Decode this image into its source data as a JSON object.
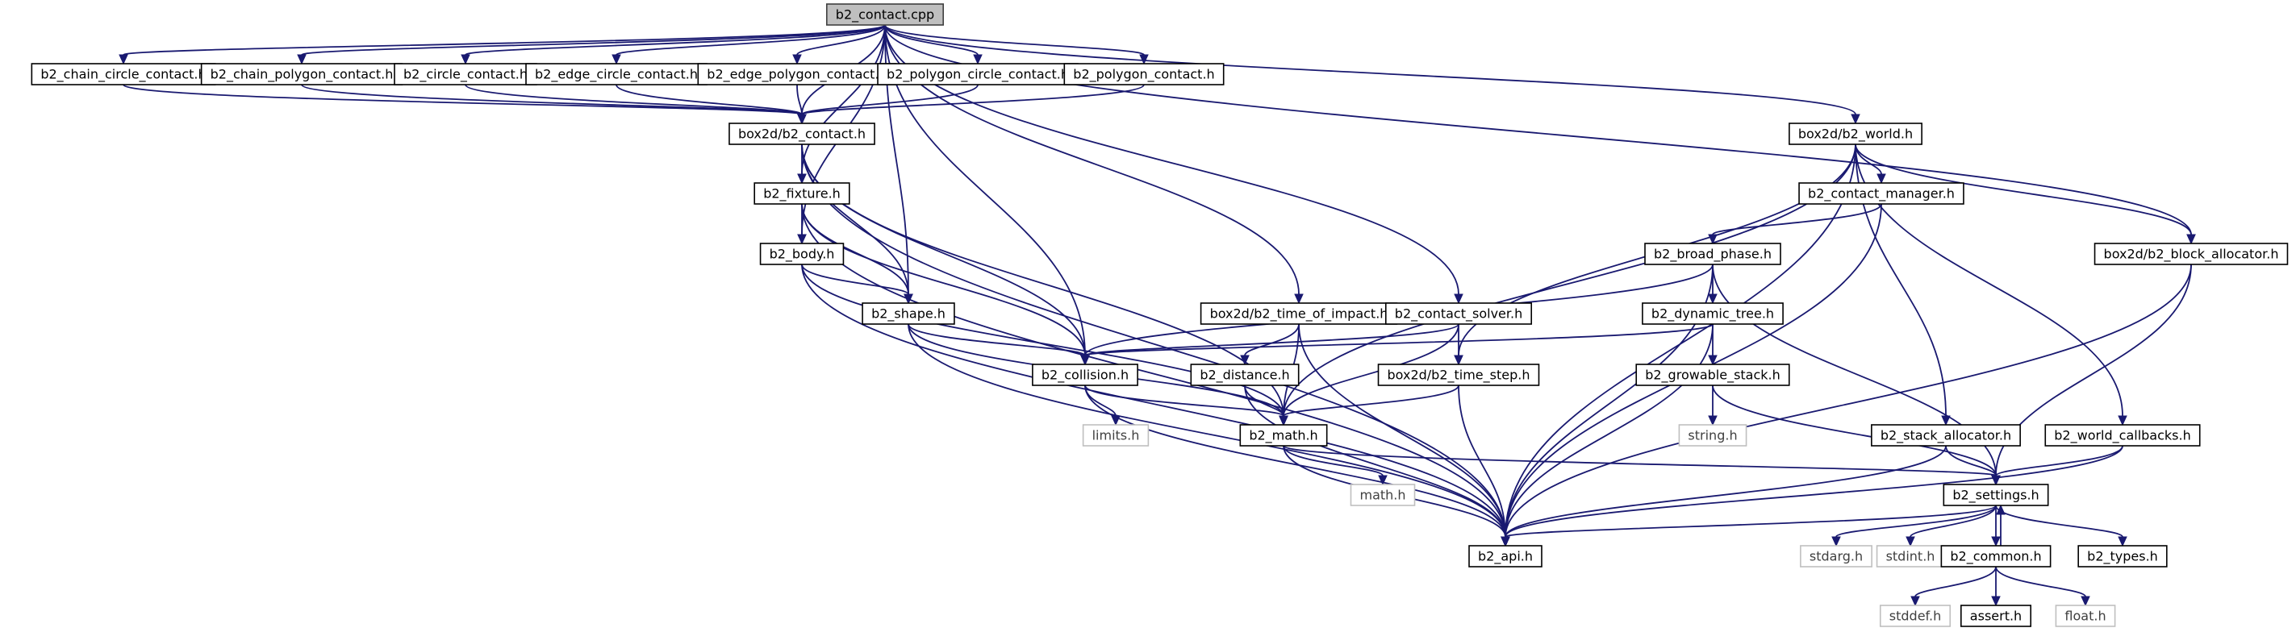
{
  "graph": {
    "root": "b2_contact.cpp",
    "colors": {
      "edge": "#191970",
      "node_border": "#000000",
      "root_fill": "#bfbfbf",
      "system_header_border": "#bfbfbf"
    },
    "nodes": [
      {
        "id": "b2_contact_cpp",
        "label": "b2_contact.cpp",
        "kind": "root"
      },
      {
        "id": "chain_circle",
        "label": "b2_chain_circle_contact.h",
        "kind": "local"
      },
      {
        "id": "chain_polygon",
        "label": "b2_chain_polygon_contact.h",
        "kind": "local"
      },
      {
        "id": "circle_contact",
        "label": "b2_circle_contact.h",
        "kind": "local"
      },
      {
        "id": "edge_circle",
        "label": "b2_edge_circle_contact.h",
        "kind": "local"
      },
      {
        "id": "edge_polygon",
        "label": "b2_edge_polygon_contact.h",
        "kind": "local"
      },
      {
        "id": "polygon_circle",
        "label": "b2_polygon_circle_contact.h",
        "kind": "local"
      },
      {
        "id": "polygon_contact",
        "label": "b2_polygon_contact.h",
        "kind": "local"
      },
      {
        "id": "box2d_contact",
        "label": "box2d/b2_contact.h",
        "kind": "local"
      },
      {
        "id": "box2d_world",
        "label": "box2d/b2_world.h",
        "kind": "local"
      },
      {
        "id": "fixture",
        "label": "b2_fixture.h",
        "kind": "local"
      },
      {
        "id": "contact_manager",
        "label": "b2_contact_manager.h",
        "kind": "local"
      },
      {
        "id": "body",
        "label": "b2_body.h",
        "kind": "local"
      },
      {
        "id": "broad_phase",
        "label": "b2_broad_phase.h",
        "kind": "local"
      },
      {
        "id": "block_allocator",
        "label": "box2d/b2_block_allocator.h",
        "kind": "local"
      },
      {
        "id": "shape",
        "label": "b2_shape.h",
        "kind": "local"
      },
      {
        "id": "time_of_impact",
        "label": "box2d/b2_time_of_impact.h",
        "kind": "local"
      },
      {
        "id": "contact_solver",
        "label": "b2_contact_solver.h",
        "kind": "local"
      },
      {
        "id": "dynamic_tree",
        "label": "b2_dynamic_tree.h",
        "kind": "local"
      },
      {
        "id": "collision",
        "label": "b2_collision.h",
        "kind": "local"
      },
      {
        "id": "distance",
        "label": "b2_distance.h",
        "kind": "local"
      },
      {
        "id": "time_step",
        "label": "box2d/b2_time_step.h",
        "kind": "local"
      },
      {
        "id": "growable_stack",
        "label": "b2_growable_stack.h",
        "kind": "local"
      },
      {
        "id": "limits_h",
        "label": "limits.h",
        "kind": "system"
      },
      {
        "id": "math",
        "label": "b2_math.h",
        "kind": "local"
      },
      {
        "id": "string_h",
        "label": "string.h",
        "kind": "system"
      },
      {
        "id": "stack_allocator",
        "label": "b2_stack_allocator.h",
        "kind": "local"
      },
      {
        "id": "world_callbacks",
        "label": "b2_world_callbacks.h",
        "kind": "local"
      },
      {
        "id": "math_h",
        "label": "math.h",
        "kind": "system"
      },
      {
        "id": "settings",
        "label": "b2_settings.h",
        "kind": "local"
      },
      {
        "id": "api",
        "label": "b2_api.h",
        "kind": "local"
      },
      {
        "id": "stdarg_h",
        "label": "stdarg.h",
        "kind": "system"
      },
      {
        "id": "stdint_h",
        "label": "stdint.h",
        "kind": "system"
      },
      {
        "id": "common",
        "label": "b2_common.h",
        "kind": "local"
      },
      {
        "id": "types",
        "label": "b2_types.h",
        "kind": "local"
      },
      {
        "id": "stddef_h",
        "label": "stddef.h",
        "kind": "system"
      },
      {
        "id": "assert_h",
        "label": "assert.h",
        "kind": "local"
      },
      {
        "id": "float_h",
        "label": "float.h",
        "kind": "system"
      }
    ],
    "edges": [
      [
        "b2_contact_cpp",
        "chain_circle"
      ],
      [
        "b2_contact_cpp",
        "chain_polygon"
      ],
      [
        "b2_contact_cpp",
        "circle_contact"
      ],
      [
        "b2_contact_cpp",
        "edge_circle"
      ],
      [
        "b2_contact_cpp",
        "edge_polygon"
      ],
      [
        "b2_contact_cpp",
        "polygon_circle"
      ],
      [
        "b2_contact_cpp",
        "polygon_contact"
      ],
      [
        "b2_contact_cpp",
        "box2d_contact"
      ],
      [
        "b2_contact_cpp",
        "fixture"
      ],
      [
        "b2_contact_cpp",
        "body"
      ],
      [
        "b2_contact_cpp",
        "shape"
      ],
      [
        "b2_contact_cpp",
        "collision"
      ],
      [
        "b2_contact_cpp",
        "time_of_impact"
      ],
      [
        "b2_contact_cpp",
        "contact_solver"
      ],
      [
        "b2_contact_cpp",
        "box2d_world"
      ],
      [
        "b2_contact_cpp",
        "block_allocator"
      ],
      [
        "chain_circle",
        "box2d_contact"
      ],
      [
        "chain_polygon",
        "box2d_contact"
      ],
      [
        "circle_contact",
        "box2d_contact"
      ],
      [
        "edge_circle",
        "box2d_contact"
      ],
      [
        "edge_polygon",
        "box2d_contact"
      ],
      [
        "polygon_circle",
        "box2d_contact"
      ],
      [
        "polygon_contact",
        "box2d_contact"
      ],
      [
        "box2d_contact",
        "fixture"
      ],
      [
        "box2d_contact",
        "shape"
      ],
      [
        "box2d_contact",
        "collision"
      ],
      [
        "box2d_contact",
        "math"
      ],
      [
        "box2d_contact",
        "api"
      ],
      [
        "fixture",
        "body"
      ],
      [
        "fixture",
        "shape"
      ],
      [
        "fixture",
        "collision"
      ],
      [
        "fixture",
        "api"
      ],
      [
        "body",
        "shape"
      ],
      [
        "body",
        "math"
      ],
      [
        "body",
        "api"
      ],
      [
        "shape",
        "collision"
      ],
      [
        "shape",
        "math"
      ],
      [
        "shape",
        "api"
      ],
      [
        "collision",
        "limits_h"
      ],
      [
        "collision",
        "math"
      ],
      [
        "collision",
        "api"
      ],
      [
        "time_of_impact",
        "distance"
      ],
      [
        "time_of_impact",
        "math"
      ],
      [
        "time_of_impact",
        "api"
      ],
      [
        "distance",
        "math"
      ],
      [
        "distance",
        "api"
      ],
      [
        "contact_solver",
        "collision"
      ],
      [
        "contact_solver",
        "time_step"
      ],
      [
        "contact_solver",
        "math"
      ],
      [
        "time_step",
        "math"
      ],
      [
        "time_step",
        "api"
      ],
      [
        "box2d_world",
        "contact_manager"
      ],
      [
        "box2d_world",
        "math"
      ],
      [
        "box2d_world",
        "time_step"
      ],
      [
        "box2d_world",
        "stack_allocator"
      ],
      [
        "box2d_world",
        "world_callbacks"
      ],
      [
        "box2d_world",
        "block_allocator"
      ],
      [
        "box2d_world",
        "api"
      ],
      [
        "contact_manager",
        "broad_phase"
      ],
      [
        "contact_manager",
        "api"
      ],
      [
        "broad_phase",
        "collision"
      ],
      [
        "broad_phase",
        "dynamic_tree"
      ],
      [
        "broad_phase",
        "settings"
      ],
      [
        "broad_phase",
        "api"
      ],
      [
        "dynamic_tree",
        "collision"
      ],
      [
        "dynamic_tree",
        "growable_stack"
      ],
      [
        "dynamic_tree",
        "api"
      ],
      [
        "growable_stack",
        "string_h"
      ],
      [
        "growable_stack",
        "settings"
      ],
      [
        "stack_allocator",
        "settings"
      ],
      [
        "stack_allocator",
        "api"
      ],
      [
        "world_callbacks",
        "settings"
      ],
      [
        "world_callbacks",
        "api"
      ],
      [
        "block_allocator",
        "settings"
      ],
      [
        "block_allocator",
        "api"
      ],
      [
        "math",
        "math_h"
      ],
      [
        "math",
        "settings"
      ],
      [
        "math",
        "api"
      ],
      [
        "settings",
        "api"
      ],
      [
        "settings",
        "stdarg_h"
      ],
      [
        "settings",
        "stdint_h"
      ],
      [
        "settings",
        "common"
      ],
      [
        "settings",
        "types"
      ],
      [
        "common",
        "settings"
      ],
      [
        "common",
        "stddef_h"
      ],
      [
        "common",
        "assert_h"
      ],
      [
        "common",
        "float_h"
      ]
    ]
  }
}
